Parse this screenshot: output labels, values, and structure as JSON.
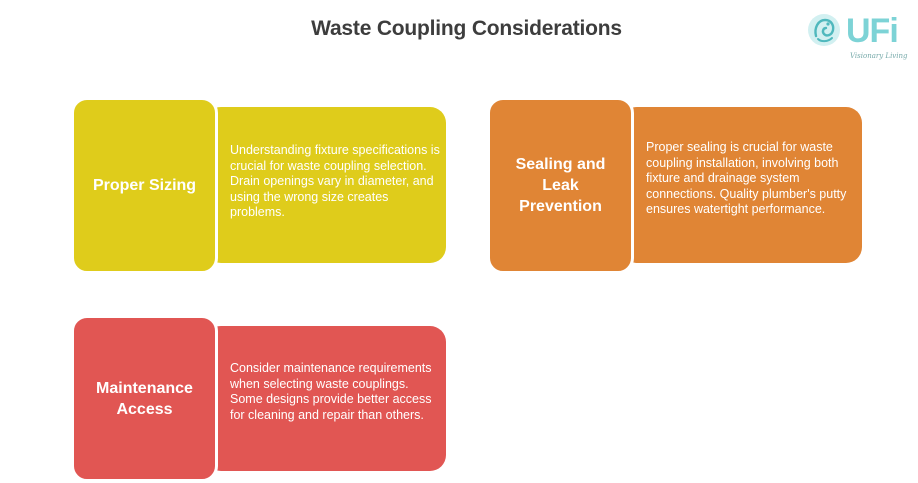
{
  "title": "Waste Coupling Considerations",
  "logo": {
    "wordmark": "UFi",
    "tagline": "Visionary Living",
    "icon": "ganesha-logo-icon",
    "color": "#7dd3d6"
  },
  "cards": [
    {
      "heading": "Proper Sizing",
      "description": "Understanding fixture specifications is crucial for waste coupling selection. Drain openings vary in diameter, and using the wrong size creates problems.",
      "color": "#dfcc1b"
    },
    {
      "heading": "Sealing and Leak Prevention",
      "description": "Proper sealing is crucial for waste coupling installation, involving both fixture and drainage system connections. Quality plumber's putty ensures watertight performance.",
      "color": "#e08535"
    },
    {
      "heading": "Maintenance Access",
      "description": "Consider maintenance requirements when selecting waste couplings. Some designs provide better access for cleaning and repair than others.",
      "color": "#e15653"
    }
  ]
}
